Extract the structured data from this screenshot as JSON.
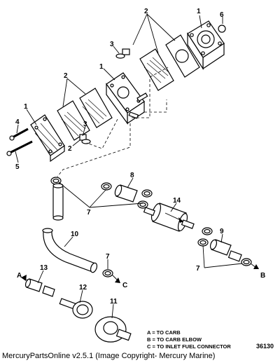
{
  "callouts": {
    "c1_top": "1",
    "c2_top": "2",
    "c3_top": "3",
    "c6": "6",
    "c1_mid": "1",
    "c2_mid": "2",
    "c3_mid": "3",
    "c1_left": "1",
    "c2_low": "2",
    "c4": "4",
    "c5": "5",
    "c8": "8",
    "c14": "14",
    "c7_a": "7",
    "c10": "10",
    "c9": "9",
    "c7_b": "7",
    "c7_c": "7",
    "c13": "13",
    "c12": "12",
    "c11": "11"
  },
  "arrows": {
    "a": "A",
    "b": "B",
    "c": "C"
  },
  "legend": {
    "a": "A = TO CARB",
    "b": "B = TO CARB ELBOW",
    "c": "C = TO INLET FUEL CONNECTOR"
  },
  "drawing_number": "36130",
  "footer": "MercuryPartsOnline v2.5.1 (Image Copyright- Mercury Marine)"
}
